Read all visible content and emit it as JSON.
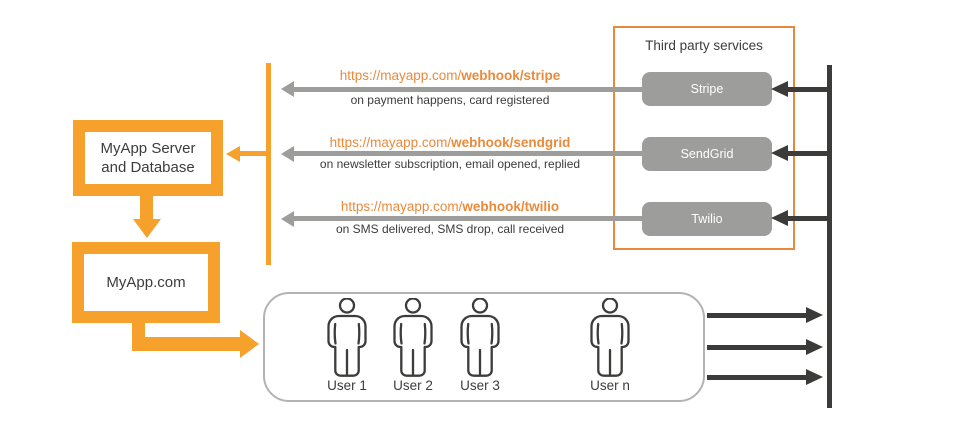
{
  "colors": {
    "orange": "#F5A12B",
    "urlOrange": "#E98A3C",
    "tpBorder": "#E8883B",
    "gray": "#9D9D9C",
    "dark": "#3B3B3A",
    "text": "#3C3C3B",
    "usersBorder": "#B3B3B3",
    "serviceText": "#FFFFFF"
  },
  "nodes": {
    "server": {
      "line1": "MyApp Server",
      "line2": "and Database"
    },
    "website": {
      "label": "MyApp.com"
    }
  },
  "webhooks": [
    {
      "url_prefix": "https://mayapp.com/",
      "url_bold": "webhook/stripe",
      "caption": "on payment happens, card registered"
    },
    {
      "url_prefix": "https://mayapp.com/",
      "url_bold": "webhook/sendgrid",
      "caption": "on newsletter subscription, email opened, replied"
    },
    {
      "url_prefix": "https://mayapp.com/",
      "url_bold": "webhook/twilio",
      "caption": "on SMS delivered, SMS drop, call received"
    }
  ],
  "third_party": {
    "title": "Third party services",
    "services": [
      {
        "name": "Stripe"
      },
      {
        "name": "SendGrid"
      },
      {
        "name": "Twilio"
      }
    ]
  },
  "users": {
    "labels": [
      "User 1",
      "User 2",
      "User 3",
      "User n"
    ]
  }
}
